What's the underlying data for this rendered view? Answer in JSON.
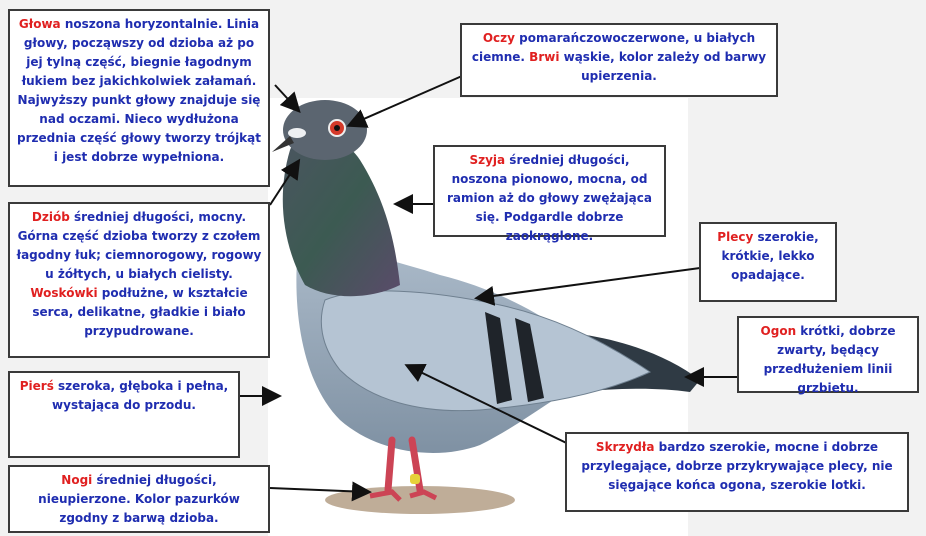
{
  "colors": {
    "term": "#e02020",
    "text": "#1f2db0",
    "border": "#3a3a3a"
  },
  "labels": {
    "glowa": {
      "term": "Głowa",
      "text": " noszona horyzontalnie. Linia głowy, począwszy od dzioba aż po jej tylną część, biegnie łagodnym łukiem bez jakichkolwiek załamań. Najwyższy punkt głowy znajduje się nad oczami. Nieco wydłużona przednia część głowy tworzy trójkąt i jest dobrze wypełniona."
    },
    "oczy": {
      "term": "Oczy",
      "text": " pomarańczowoczerwone, u białych ciemne. ",
      "term2": "Brwi",
      "text2": " wąskie, kolor zależy od barwy upierzenia."
    },
    "szyja": {
      "term": "Szyja",
      "text": " średniej długości, noszona pionowo, mocna, od ramion aż do głowy zwężająca się. Podgardle dobrze zaokrąglone."
    },
    "dziob": {
      "term": "Dziób",
      "text": " średniej długości, mocny. Górna część dzioba tworzy z czołem łagodny łuk; ciemnorogowy, rogowy u żółtych, u białych cielisty.",
      "term2": "Woskówki",
      "text2": " podłużne, w kształcie serca, delikatne, gładkie i biało przypudrowane."
    },
    "plecy": {
      "term": "Plecy",
      "text": " szerokie, krótkie, lekko opadające."
    },
    "ogon": {
      "term": "Ogon",
      "text": " krótki, dobrze zwarty, będący przedłużeniem linii grzbietu."
    },
    "piers": {
      "term": "Pierś",
      "text": " szeroka, głęboka i pełna, wystająca do przodu."
    },
    "skrzydla": {
      "term": "Skrzydła",
      "text": " bardzo szerokie, mocne i dobrze przylegające, dobrze przykrywające plecy, nie sięgające końca ogona, szerokie lotki."
    },
    "nogi": {
      "term": "Nogi",
      "text": " średniej długości, nieupierzone. Kolor pazurków zgodny z barwą dzioba."
    }
  }
}
